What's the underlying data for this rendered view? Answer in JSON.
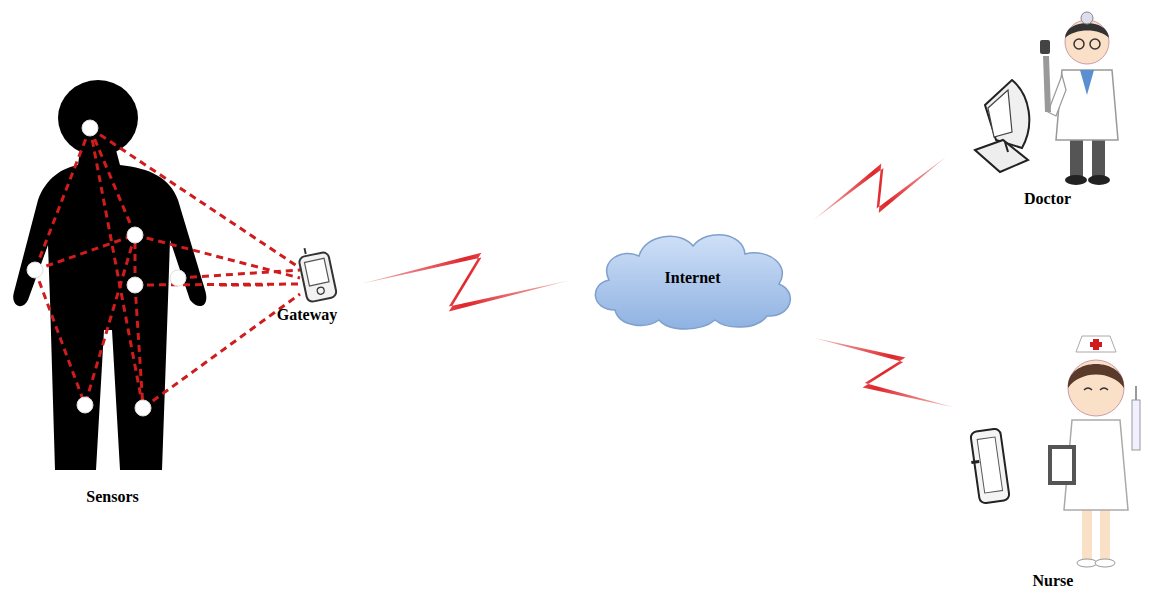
{
  "diagram": {
    "nodes": [
      {
        "text": [
          "Sensors"
        ]
      },
      {
        "text": [
          "Gateway"
        ]
      },
      {
        "text": [
          "Internet"
        ]
      },
      {
        "text": [
          "Doctor"
        ]
      },
      {
        "text": [
          "Nurse"
        ]
      }
    ],
    "edges": [
      {
        "from": 0,
        "to": 1,
        "arrow": "none"
      },
      {
        "from": 1,
        "to": 2,
        "arrow": "none"
      },
      {
        "from": 2,
        "to": 3,
        "arrow": "none"
      },
      {
        "from": 2,
        "to": 4,
        "arrow": "none"
      }
    ]
  }
}
